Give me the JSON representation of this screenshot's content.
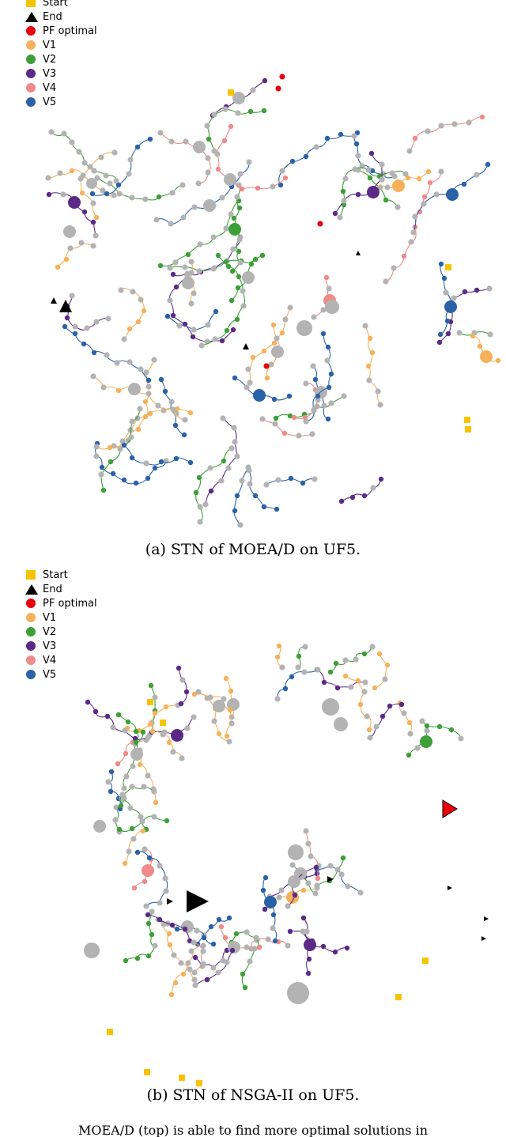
{
  "legend_a": {
    "items": [
      {
        "label": "Start",
        "symbol": "square",
        "color": "#f5c400"
      },
      {
        "label": "End",
        "symbol": "triangle",
        "color": "#000000"
      },
      {
        "label": "PF optimal",
        "symbol": "dot",
        "color": "#e8000b"
      },
      {
        "label": "V1",
        "symbol": "dot",
        "color": "#f5b25a"
      },
      {
        "label": "V2",
        "symbol": "dot",
        "color": "#3c9f37"
      },
      {
        "label": "V3",
        "symbol": "dot",
        "color": "#5b2a86"
      },
      {
        "label": "V4",
        "symbol": "dot",
        "color": "#ee8a8a"
      },
      {
        "label": "V5",
        "symbol": "dot",
        "color": "#2a62a8"
      }
    ]
  },
  "legend_b": {
    "items": [
      {
        "label": "Start",
        "symbol": "square",
        "color": "#f5c400"
      },
      {
        "label": "End",
        "symbol": "triangle",
        "color": "#000000"
      },
      {
        "label": "PF optimal",
        "symbol": "dot",
        "color": "#e8000b"
      },
      {
        "label": "V1",
        "symbol": "dot",
        "color": "#f5b25a"
      },
      {
        "label": "V2",
        "symbol": "dot",
        "color": "#3c9f37"
      },
      {
        "label": "V3",
        "symbol": "dot",
        "color": "#5b2a86"
      },
      {
        "label": "V4",
        "symbol": "dot",
        "color": "#ee8a8a"
      },
      {
        "label": "V5",
        "symbol": "dot",
        "color": "#2a62a8"
      }
    ]
  },
  "caption_a": "(a) STN of MOEA/D on UF5.",
  "caption_b": "(b) STN of NSGA-II on UF5.",
  "bottom_text": "MOEA/D (top) is able to find more optimal solutions in",
  "node_color_gray": "#b3b3b3"
}
